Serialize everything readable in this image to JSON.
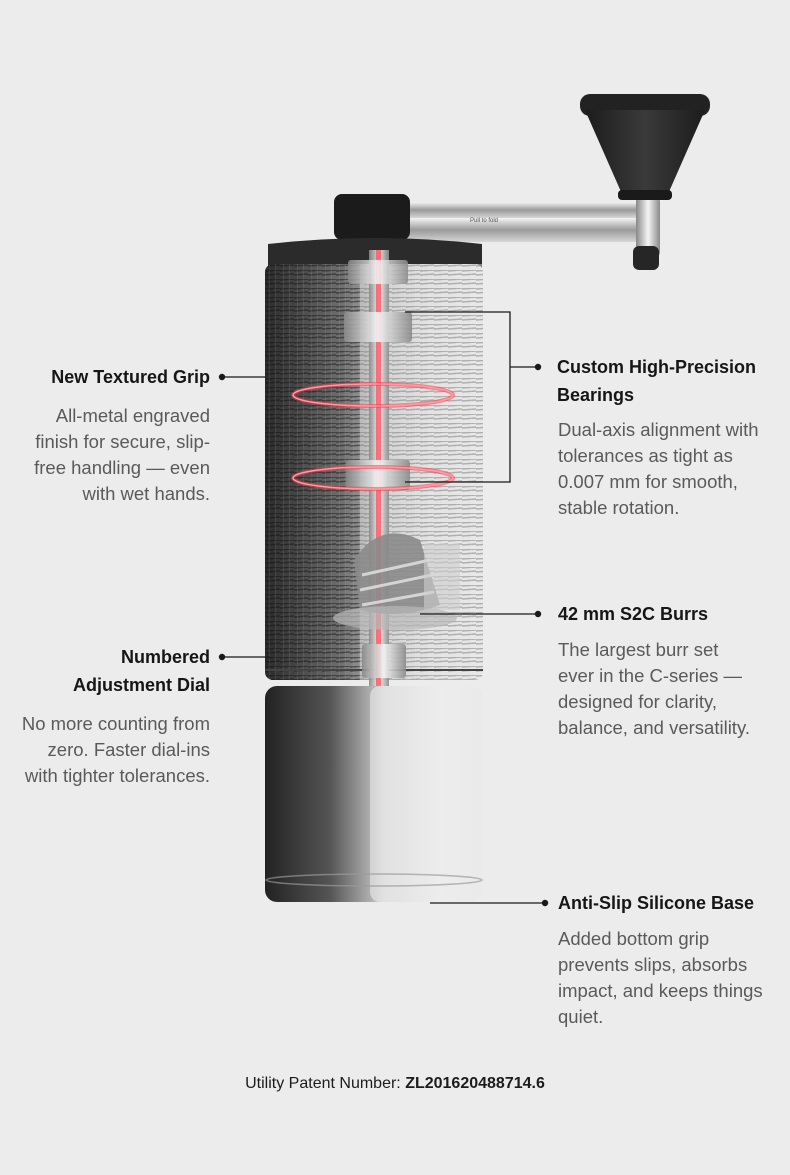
{
  "features": {
    "grip": {
      "title": "New Textured Grip",
      "desc": "All-metal engraved finish for secure, slip-free handling — even with wet hands."
    },
    "dial": {
      "title": "Numbered Adjustment Dial",
      "desc": "No more counting from zero. Faster dial-ins with tighter tolerances."
    },
    "bearings": {
      "title": "Custom High-Precision Bearings",
      "desc": "Dual-axis alignment with tolerances as tight as 0.007 mm for smooth, stable rotation."
    },
    "burrs": {
      "title": "42 mm S2C Burrs",
      "desc": "The largest burr set ever in the C-series — designed for clarity, balance, and versatility."
    },
    "base": {
      "title": "Anti-Slip Silicone Base",
      "desc": "Added bottom grip prevents slips, absorbs impact, and keeps things quiet."
    }
  },
  "arm_engraving": "Pull to fold",
  "patent": {
    "label": "Utility Patent Number:",
    "number": "ZL201620488714.6"
  },
  "colors": {
    "background": "#ececec",
    "accent_ring": "#ff3b4e",
    "body_dark": "#2b2b2b"
  }
}
